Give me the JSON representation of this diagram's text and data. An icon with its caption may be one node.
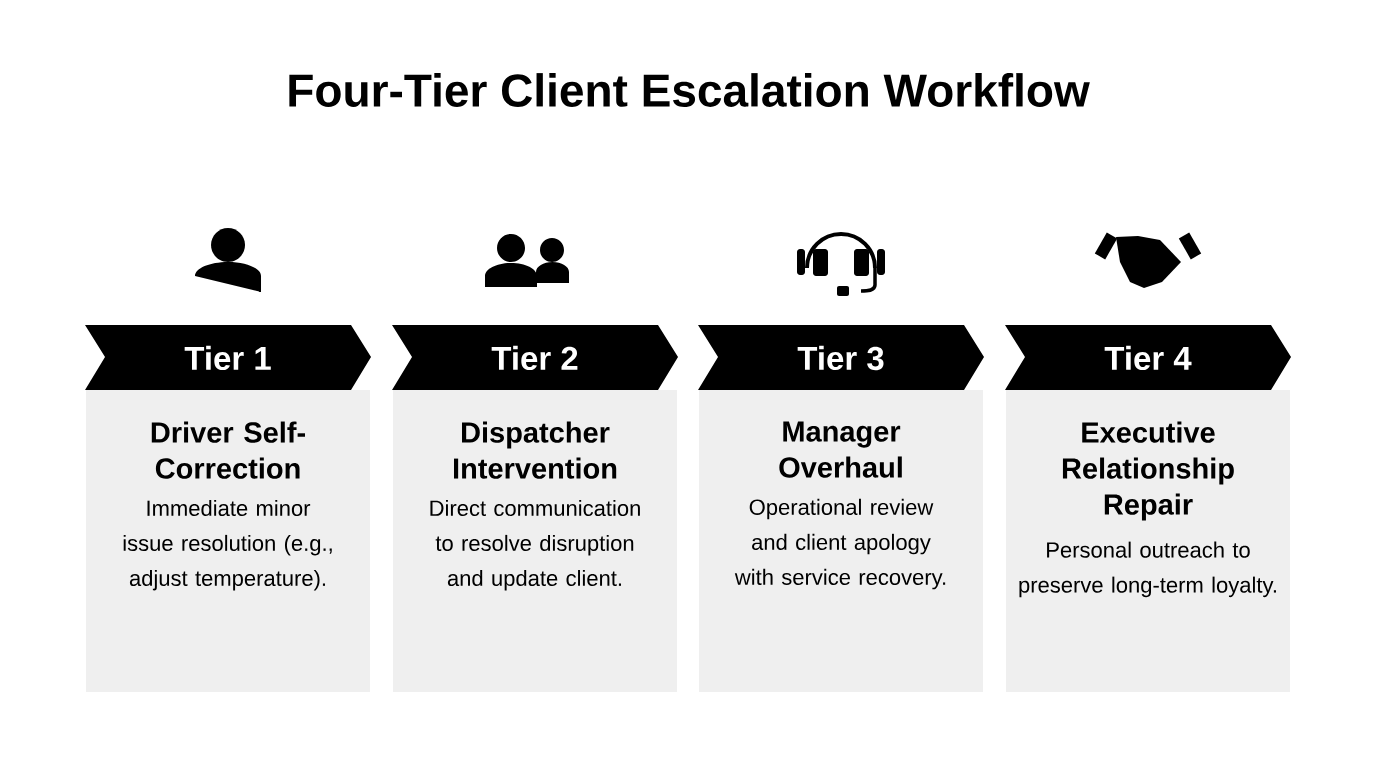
{
  "diagram": {
    "title": "Four-Tier Client Escalation Workflow",
    "nodes": [
      {
        "text": [
          "Tier 1"
        ]
      },
      {
        "text": [
          "Driver Self-Correction",
          "Immediate minor issue resolution (e.g., adjust temperature)."
        ]
      },
      {
        "text": [
          "Tier 2"
        ]
      },
      {
        "text": [
          "Dispatcher Intervention",
          "Direct communication to resolve disruption and update client."
        ]
      },
      {
        "text": [
          "Tier 3"
        ]
      },
      {
        "text": [
          "Manager Overhaul",
          "Operational review and client apology with service recovery."
        ]
      },
      {
        "text": [
          "Tier 4"
        ]
      },
      {
        "text": [
          "Executive Relationship Repair",
          "Personal outreach to preserve long-term loyalty."
        ]
      }
    ]
  }
}
